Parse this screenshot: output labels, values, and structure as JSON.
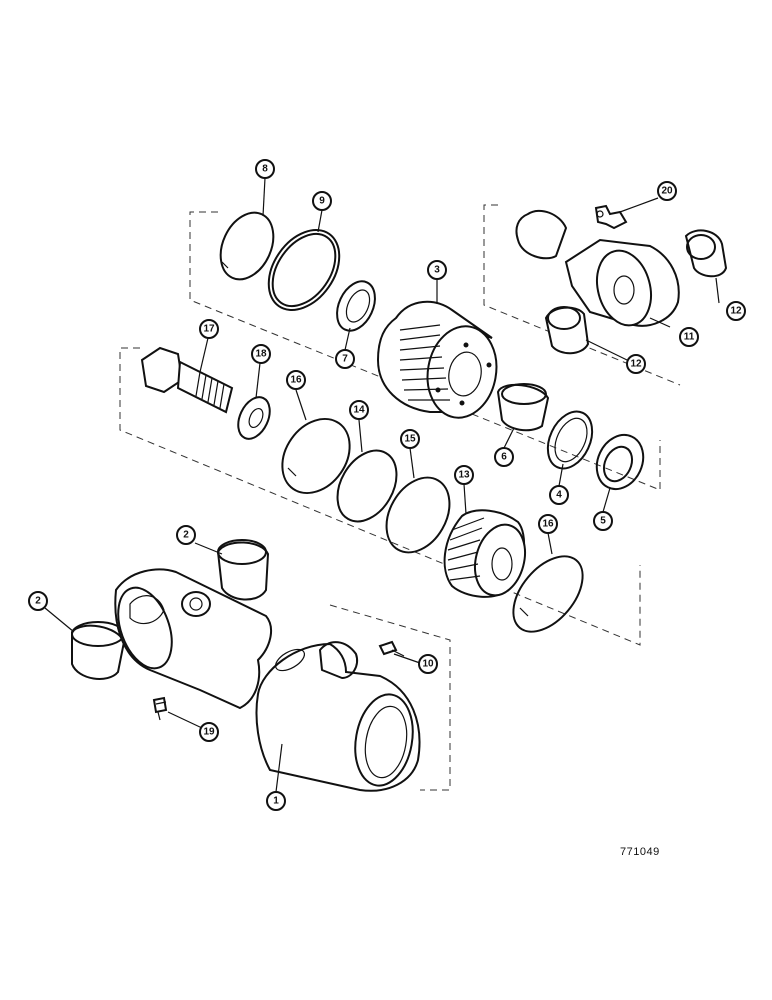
{
  "reference_code": "771049",
  "callouts": [
    "8",
    "9",
    "3",
    "20",
    "17",
    "18",
    "7",
    "12",
    "11",
    "12",
    "16",
    "14",
    "15",
    "6",
    "4",
    "13",
    "5",
    "2",
    "16",
    "2",
    "10",
    "19",
    "1"
  ]
}
